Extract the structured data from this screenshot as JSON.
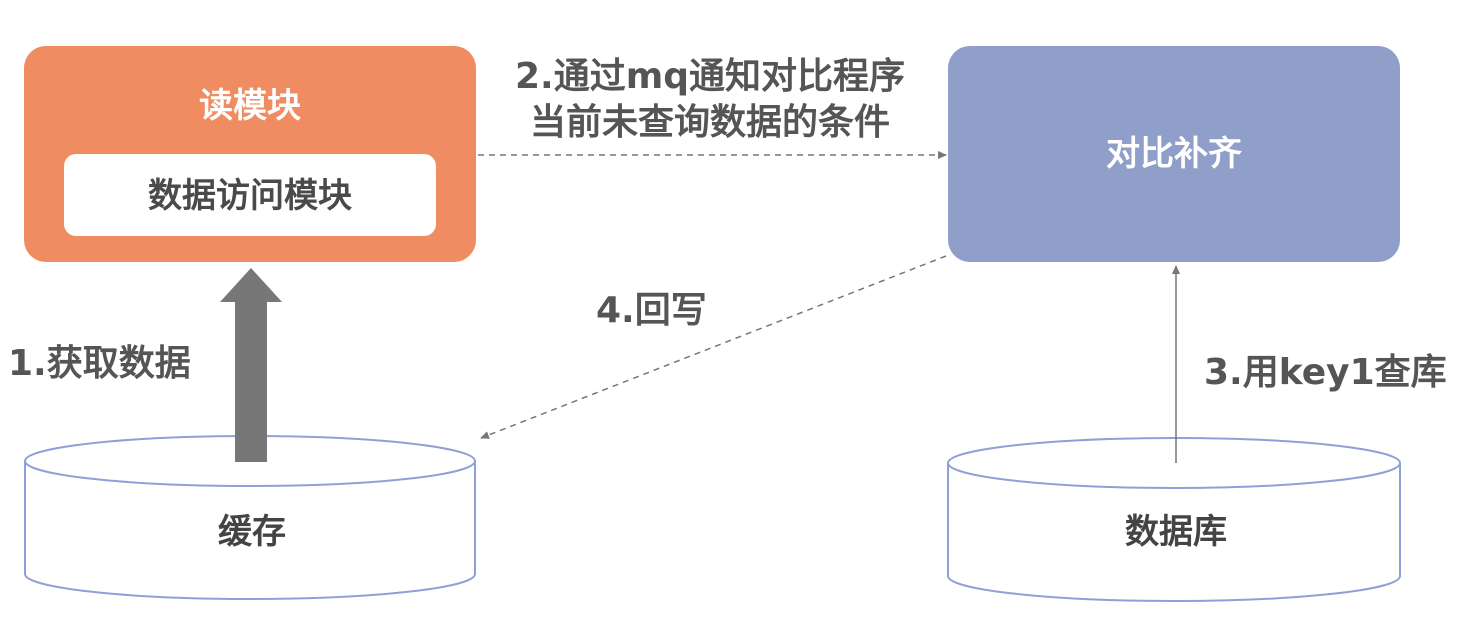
{
  "read_module": {
    "title": "读模块",
    "inner_label": "数据访问模块"
  },
  "compare_module": {
    "title": "对比补齐"
  },
  "cache": {
    "label": "缓存"
  },
  "database": {
    "label": "数据库"
  },
  "edges": {
    "step1": "1.获取数据",
    "step2_line1": "2.通过mq通知对比程序",
    "step2_line2": "当前未查询数据的条件",
    "step3": "3.用key1查库",
    "step4": "4.回写"
  },
  "colors": {
    "read_module": "#f08c62",
    "compare_module": "#8f9fca",
    "cylinder_stroke": "#8fa0d6",
    "thick_arrow": "#777777",
    "dashed_arrow": "#777777"
  }
}
